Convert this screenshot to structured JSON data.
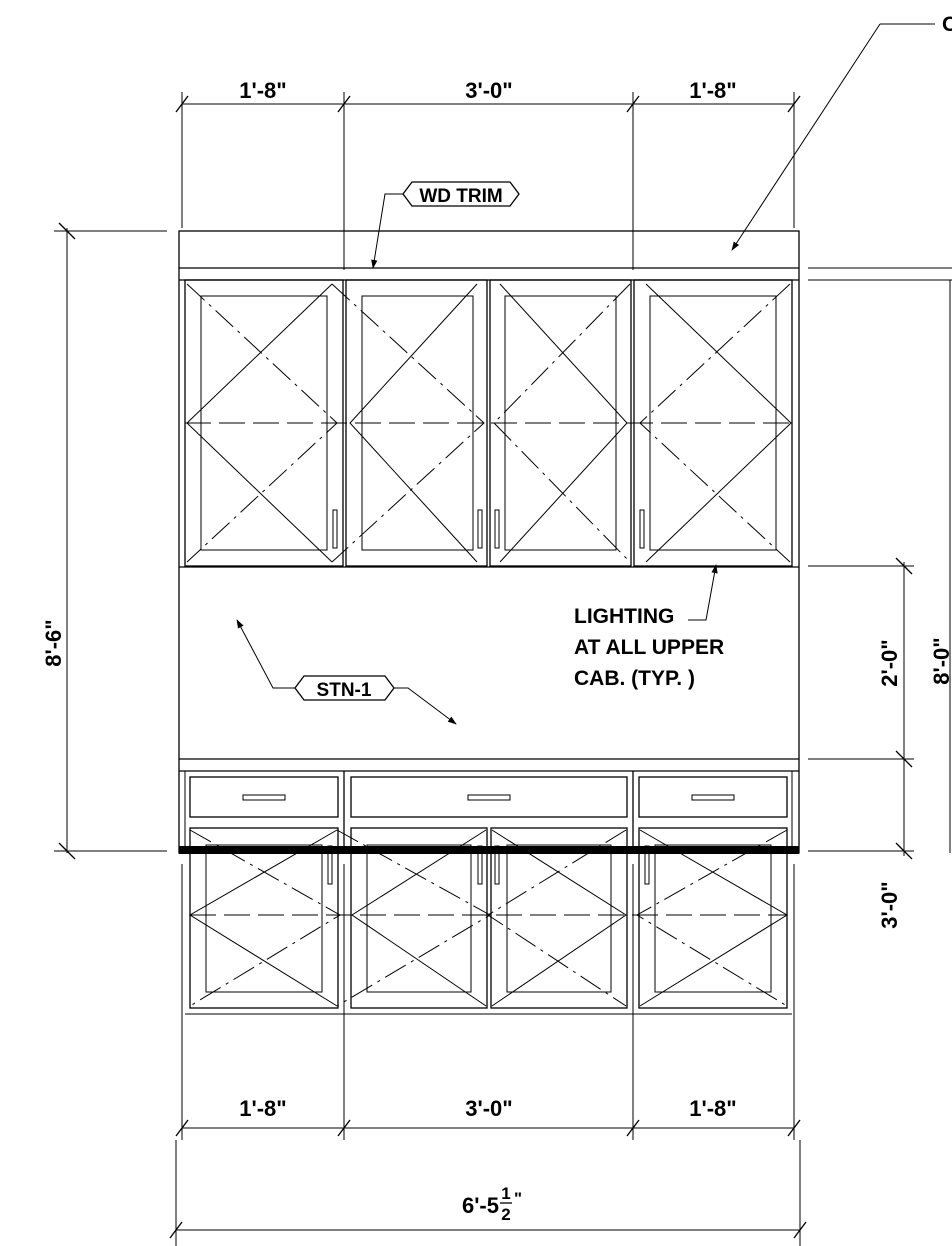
{
  "dimensions": {
    "top": [
      "1'-8\"",
      "3'-0\"",
      "1'-8\""
    ],
    "bottom": [
      "1'-8\"",
      "3'-0\"",
      "1'-8\""
    ],
    "overall_width": {
      "whole": "6'-5",
      "num": "1",
      "den": "2",
      "unit": "\""
    },
    "overall_height": "8'-6\"",
    "upper_gap": "2'-0\"",
    "base_height": "3'-0\"",
    "right_edge": "8'-0\""
  },
  "notes": {
    "wd_trim": "WD TRIM",
    "stn": "STN-1",
    "lighting": [
      "LIGHTING",
      "AT ALL UPPER",
      "CAB. (TYP. )"
    ],
    "crown_fragment": "C"
  }
}
